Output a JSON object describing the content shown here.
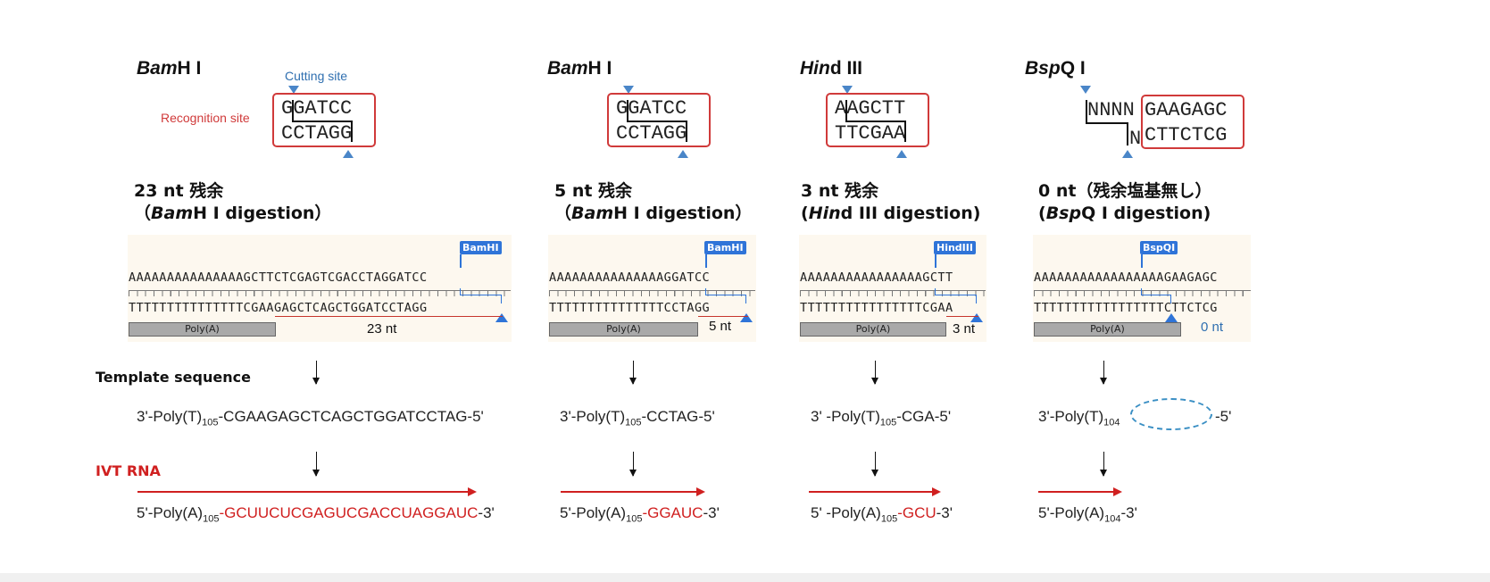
{
  "labels": {
    "cutting_site": "Cutting site",
    "recognition_site": "Recognition site",
    "template_sequence": "Template sequence",
    "ivt_rna": "IVT RNA",
    "polya_bar": "Poly(A)"
  },
  "columns": [
    {
      "enzyme_italic": "Bam",
      "enzyme_rest": "H I",
      "site_top": "GGATCC",
      "site_bottom": "CCTAGG",
      "heading_line1": "23 nt 残余",
      "heading_line2_prefix": "（",
      "heading_line2_italic": "Bam",
      "heading_line2_rest": "H I digestion）",
      "tag": "BamHI",
      "track_top": "AAAAAAAAAAAAAAAGCTTCTCGAGTCGACCTAGGATCC",
      "track_bottom": "TTTTTTTTTTTTTTTCGAAGAGCTCAGCTGGATCCTAGG",
      "remnant": "23 nt",
      "template_prefix": "3'-Poly(T)",
      "template_sub": "105",
      "template_suffix": "-CGAAGAGCTCAGCTGGATCCTAG-5'",
      "rna_prefix": "5'-Poly(A)",
      "rna_sub": "105",
      "rna_red": "-GCUUCUCGAGUCGACCUAGGAUC",
      "rna_suffix": "-3'"
    },
    {
      "enzyme_italic": "Bam",
      "enzyme_rest": "H I",
      "site_top": "GGATCC",
      "site_bottom": "CCTAGG",
      "heading_line1": "5 nt 残余",
      "heading_line2_prefix": "（",
      "heading_line2_italic": "Bam",
      "heading_line2_rest": "H I digestion）",
      "tag": "BamHI",
      "track_top": "AAAAAAAAAAAAAAAGGATCC",
      "track_bottom": "TTTTTTTTTTTTTTTCCTAGG",
      "remnant": "5 nt",
      "template_prefix": "3'-Poly(T)",
      "template_sub": "105",
      "template_suffix": "-CCTAG-5'",
      "rna_prefix": "5'-Poly(A)",
      "rna_sub": "105",
      "rna_red": "-GGAUC",
      "rna_suffix": "-3'"
    },
    {
      "enzyme_italic": "Hin",
      "enzyme_rest": "d III",
      "site_top": "AAGCTT",
      "site_bottom": "TTCGAA",
      "heading_line1": "3 nt 残余",
      "heading_line2_prefix": "(",
      "heading_line2_italic": "Hin",
      "heading_line2_rest": "d III digestion)",
      "tag": "HindIII",
      "track_top": "AAAAAAAAAAAAAAAAGCTT",
      "track_bottom": "TTTTTTTTTTTTTTTTCGAA",
      "remnant": "3 nt",
      "template_prefix": "3' -Poly(T)",
      "template_sub": "105",
      "template_suffix": "-CGA-5'",
      "rna_prefix": "5' -Poly(A)",
      "rna_sub": "105",
      "rna_red": "-GCU",
      "rna_suffix": "-3'"
    },
    {
      "enzyme_italic": "Bsp",
      "enzyme_rest": "Q I",
      "site_top_plain": "NNNN",
      "site_top": "GAAGAGC",
      "site_bottom_plain": "N",
      "site_bottom": "CTTCTCG",
      "heading_line1": "0 nt（残余塩基無し）",
      "heading_line2_prefix": "(",
      "heading_line2_italic": "Bsp",
      "heading_line2_rest": "Q I digestion)",
      "tag": "BspQI",
      "track_top": "AAAAAAAAAAAAAAAAAGAAGAGC",
      "track_bottom": "TTTTTTTTTTTTTTTTTCTTCTCG",
      "remnant": "0 nt",
      "template_prefix": "3'-Poly(T)",
      "template_sub": "104",
      "template_suffix": "-5'",
      "rna_prefix": "5'-Poly(A)",
      "rna_sub": "104",
      "rna_suffix": "-3'"
    }
  ],
  "colors": {
    "red": "#d02020",
    "box_red": "#d03a3a",
    "blue": "#2f74d8",
    "light_blue": "#4a86c8",
    "panel_bg": "#fdf8ef"
  }
}
